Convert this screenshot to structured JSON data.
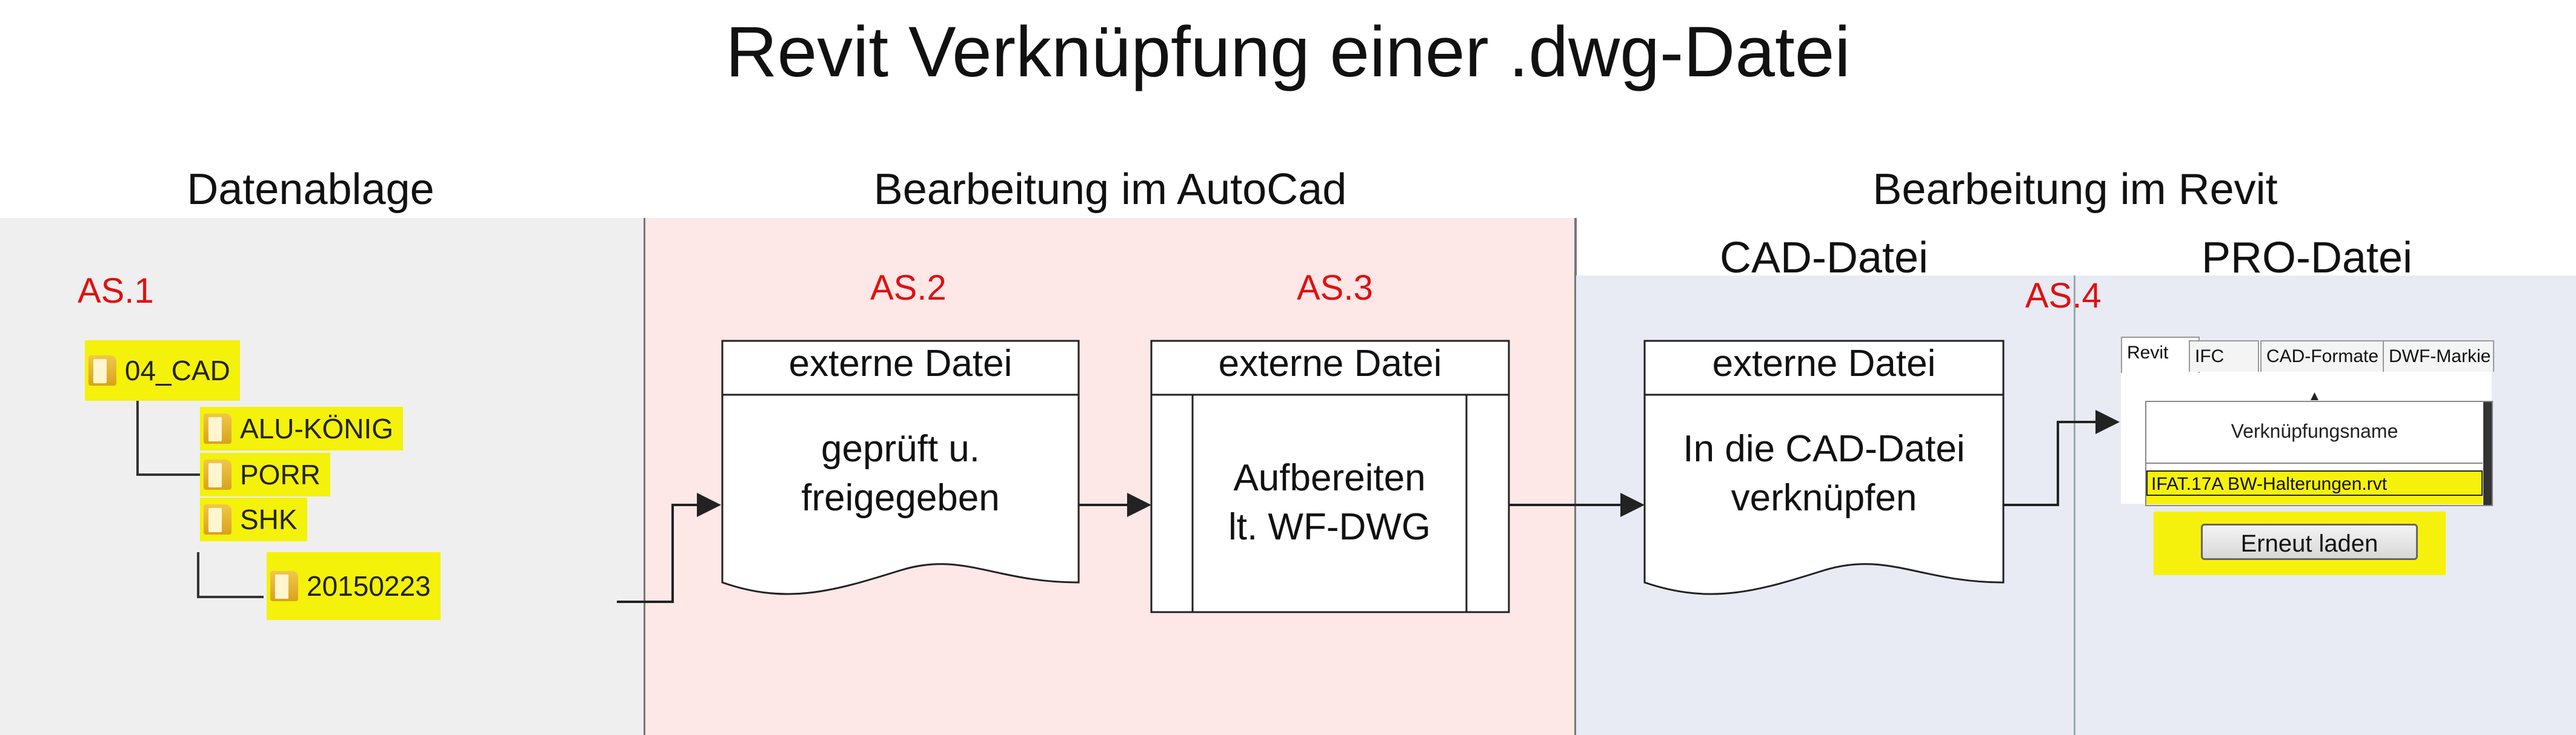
{
  "title": "Revit Verknüpfung einer .dwg-Datei",
  "lanes": {
    "datenablage": "Datenablage",
    "autocad": "Bearbeitung im AutoCad",
    "revit": "Bearbeitung im Revit",
    "cad_datei": "CAD-Datei",
    "pro_datei": "PRO-Datei"
  },
  "steps": [
    "AS.1",
    "AS.2",
    "AS.3",
    "AS.4"
  ],
  "folder_tree": [
    "04_CAD",
    "ALU-KÖNIG",
    "PORR",
    "SHK",
    "20150223"
  ],
  "boxes": [
    {
      "head": "externe Datei",
      "body": [
        "geprüft u.",
        "freigegeben"
      ]
    },
    {
      "head": "externe Datei",
      "body": [
        "Aufbereiten",
        "lt. WF-DWG"
      ]
    },
    {
      "head": "externe Datei",
      "body": [
        "In die CAD-Datei",
        "verknüpfen"
      ]
    }
  ],
  "revit": {
    "tabs": [
      "Revit",
      "IFC",
      "CAD-Formate",
      "DWF-Markie"
    ],
    "column_header": "Verknüpfungsname",
    "sort_glyph": "▲",
    "row": "IFAT.17A BW-Halterungen.rvt",
    "button": "Erneut laden"
  },
  "colors": {
    "highlight": "#f4f10a",
    "step_label": "#e01010",
    "lane_datenablage": "#efefef",
    "lane_autocad": "#fde7e7",
    "lane_revit": "#e8ebf3"
  }
}
